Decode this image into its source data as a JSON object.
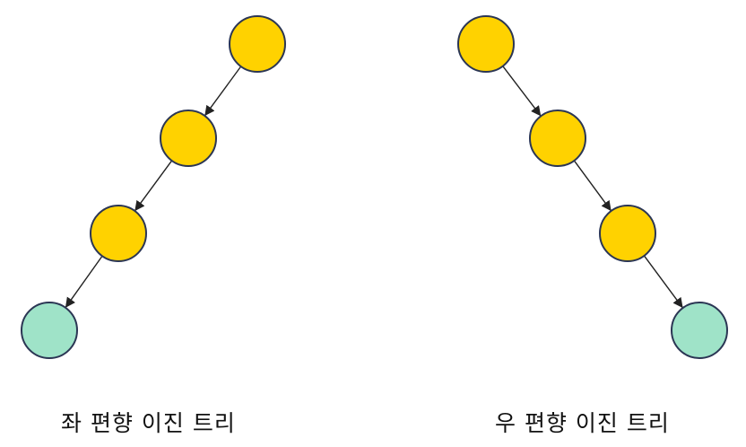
{
  "colors": {
    "internal_node": "#FFD200",
    "leaf_node": "#9FE3C8",
    "node_stroke": "#2B3654",
    "edge": "#222222"
  },
  "trees": [
    {
      "caption": "좌 편향 이진 트리",
      "nodes": [
        {
          "kind": "internal"
        },
        {
          "kind": "internal"
        },
        {
          "kind": "internal"
        },
        {
          "kind": "leaf"
        }
      ]
    },
    {
      "caption": "우 편향 이진 트리",
      "nodes": [
        {
          "kind": "internal"
        },
        {
          "kind": "internal"
        },
        {
          "kind": "internal"
        },
        {
          "kind": "leaf"
        }
      ]
    }
  ]
}
